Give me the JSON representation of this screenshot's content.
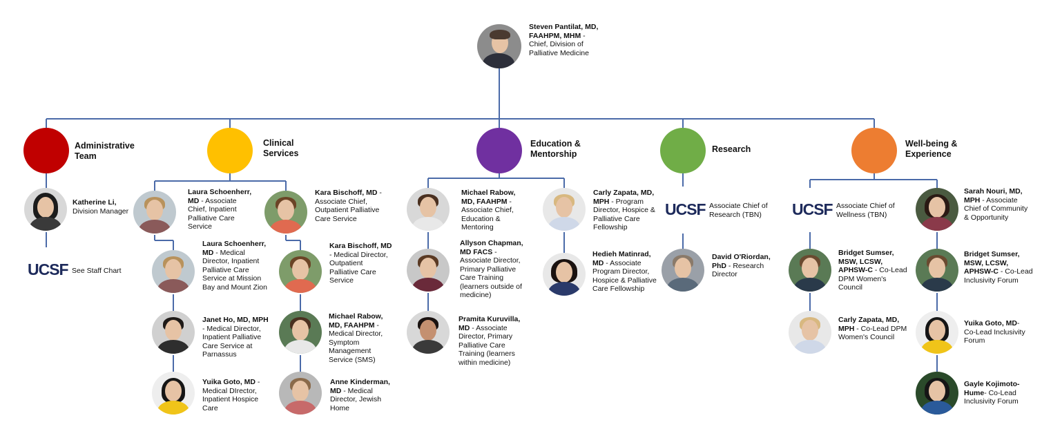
{
  "chief": {
    "name": "Steven Pantilat, MD, FAAHPM, MHM",
    "role": " - Chief, Division of Palliative Medicine"
  },
  "departments": [
    {
      "label": "Administrative Team",
      "color": "#c00000"
    },
    {
      "label": "Clinical Services",
      "color": "#ffc000"
    },
    {
      "label": "Education & Mentorship",
      "color": "#7030a0"
    },
    {
      "label": "Research",
      "color": "#70ad47"
    },
    {
      "label": "Well-being & Experience",
      "color": "#ed7d31"
    }
  ],
  "logo_text": "UCSF",
  "admin": {
    "p1_name": "Katherine Li,",
    "p1_role": "Division Manager",
    "logo_caption": "See Staff Chart"
  },
  "clinical": {
    "left": [
      {
        "name": "Laura Schoenherr, MD",
        "role": "  - Associate Chief, Inpatient Palliative Care Service"
      },
      {
        "name": "Laura Schoenherr, MD",
        "role": "  -  Medical Director, Inpatient Palliative Care Service at Mission Bay and Mount Zion"
      },
      {
        "name": "Janet Ho, MD, MPH",
        "role": " - Medical Director, Inpatient Palliative Care Service at Parnassus"
      },
      {
        "name": "Yuika Goto, MD",
        "role": " - Medical DIrector, Inpatient Hospice Care"
      }
    ],
    "right": [
      {
        "name": "Kara Bischoff, MD",
        "role": " - Associate Chief, Outpatient Palliative Care Service"
      },
      {
        "name": "Kara Bischoff, MD",
        "role": "  -  Medical Director, Outpatient Palliative Care Service"
      },
      {
        "name": "Michael Rabow, MD, FAAHPM",
        "role": " - Medical Director, Symptom Management Service (SMS)"
      },
      {
        "name": "Anne Kinderman, MD",
        "role": " - Medical Director, Jewish Home"
      }
    ]
  },
  "education": {
    "left": [
      {
        "name": "Michael  Rabow, MD, FAAHPM",
        "role": " - Associate Chief, Education & Mentoring"
      },
      {
        "name": "Allyson Chapman, MD FACS",
        "role": " - Associate Director, Primary Palliative Care Training (learners outside of medicine)"
      },
      {
        "name": "Pramita Kuruvilla, MD",
        "role": " - Associate Director, Primary Palliative Care Training (learners within medicine)"
      }
    ],
    "right": [
      {
        "name": "Carly Zapata, MD, MPH",
        "role": " - Program Director, Hospice & Palliative Care Fellowship"
      },
      {
        "name": "Hedieh Matinrad, MD",
        "role": " - Associate Program Director, Hospice & Palliative Care Fellowship"
      }
    ]
  },
  "research": {
    "logo_caption": "Associate Chief of Research (TBN)",
    "p1_name": "David O'Riordan, PhD",
    "p1_role": " - Research Director"
  },
  "wellbeing": {
    "logo_caption": "Associate Chief of Wellness (TBN)",
    "left": [
      {
        "name": "Bridget Sumser, MSW, LCSW, APHSW-C",
        "role": " - Co-Lead DPM Women's Council"
      },
      {
        "name": "Carly Zapata, MD, MPH",
        "role": " - Co-Lead DPM Women's Council"
      }
    ],
    "right": [
      {
        "name": "Sarah Nouri, MD, MPH",
        "role": " - Associate Chief of Community & Opportunity"
      },
      {
        "name": "Bridget Sumser, MSW, LCSW, APHSW-C",
        "role": " - Co-Lead Inclusivity Forum"
      },
      {
        "name": "Yuika Goto, MD",
        "role": "- Co-Lead Inclusivity Forum"
      },
      {
        "name": "Gayle Kojimoto-Hume",
        "role": "- Co-Lead Inclusivity Forum"
      }
    ]
  }
}
